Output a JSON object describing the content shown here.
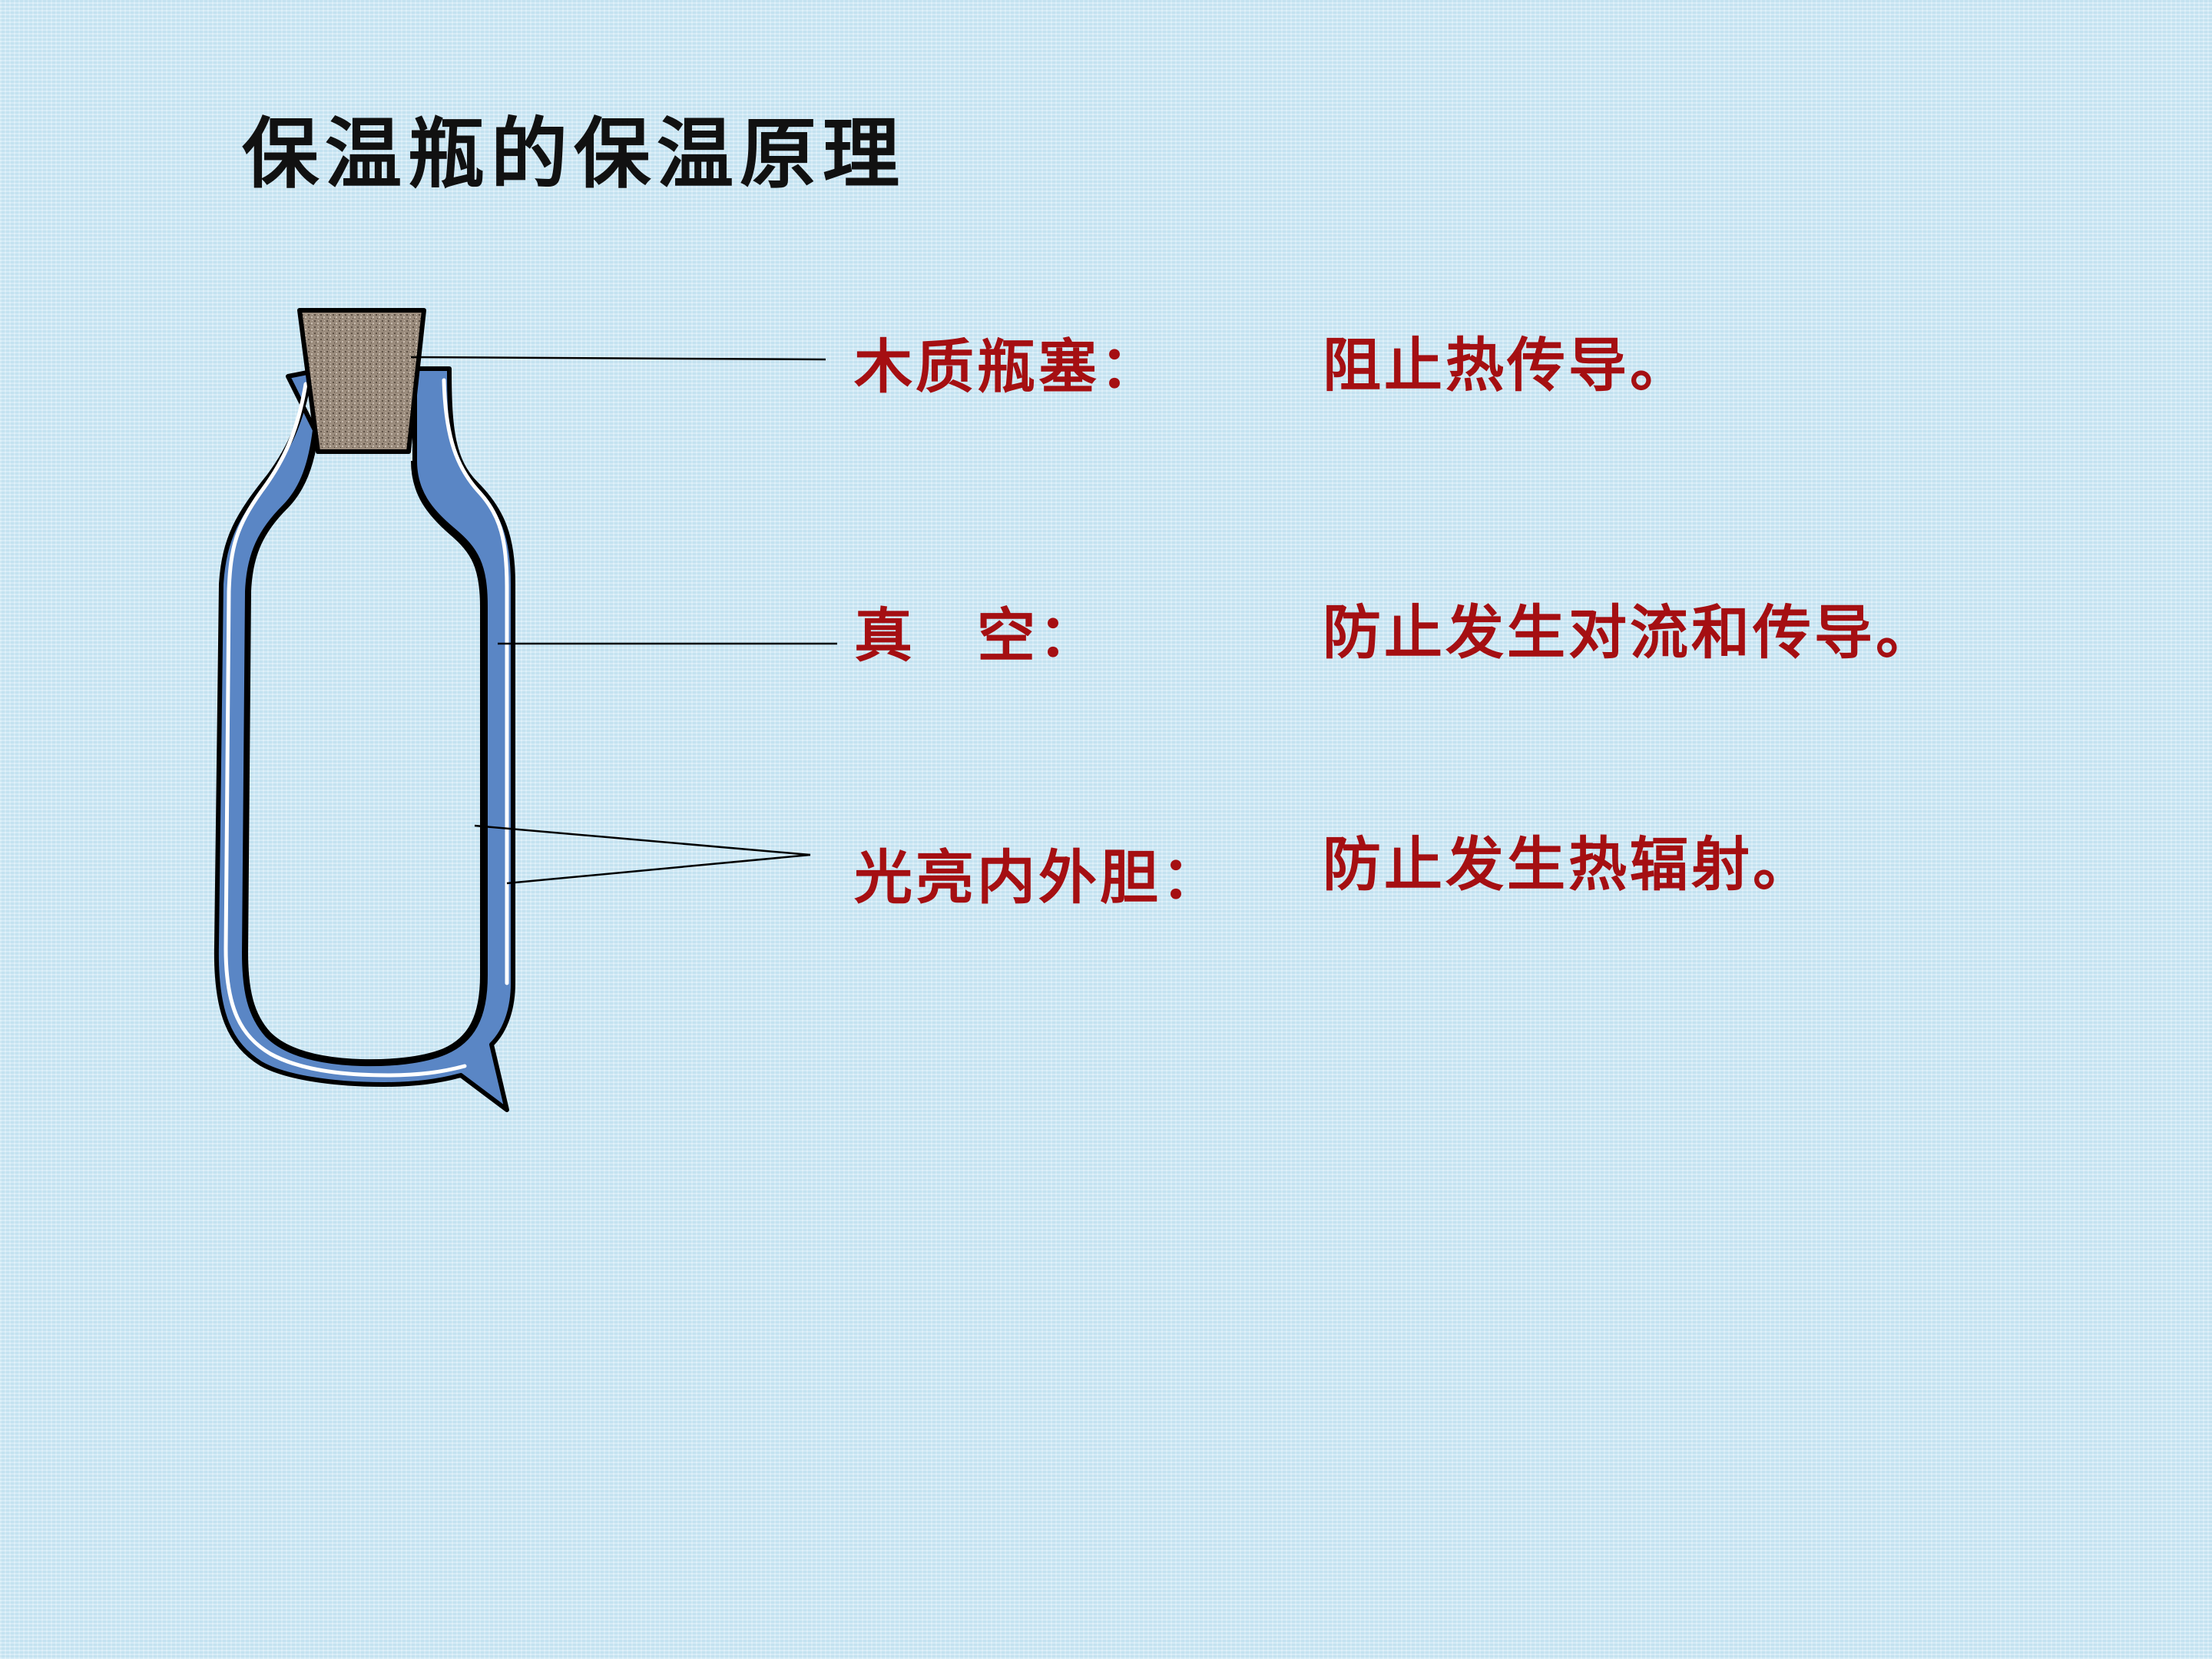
{
  "title": "保温瓶的保温原理",
  "colors": {
    "title": "#111111",
    "label": "#a50f12",
    "background": "#cfe9f6",
    "flask_wall": "#5a86c5",
    "cork": "#8a7a6a"
  },
  "parts": [
    {
      "name": "木质瓶塞：",
      "function": "阻止热传导。"
    },
    {
      "name": "真　空：",
      "function": "防止发生对流和传导。"
    },
    {
      "name": "光亮内外胆：",
      "function": "防止发生热辐射。"
    }
  ]
}
